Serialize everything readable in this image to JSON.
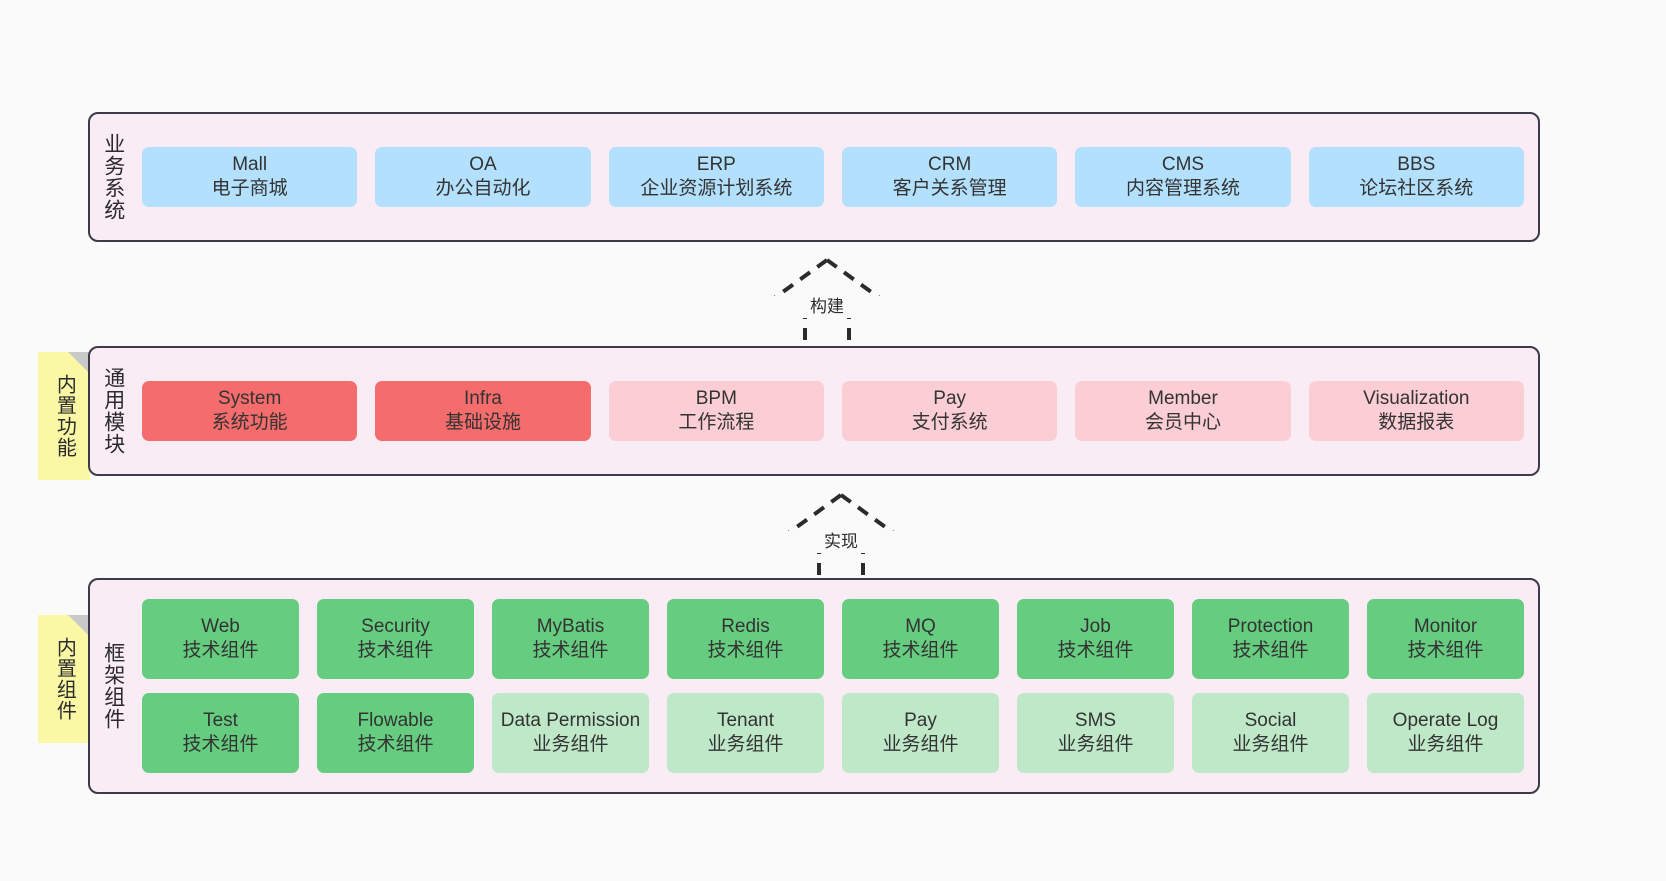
{
  "diagram": {
    "background": "#fafafa",
    "palette": {
      "layer_fill": "#f9ecf5",
      "layer_border": "#3b3b4a",
      "blue": "#b3e0fc",
      "red": "#f56c6c",
      "pink": "#fbcdd4",
      "green": "#66cc80",
      "light_green": "#bfe8c8",
      "note_yellow": "#fbf8a5",
      "note_fold": "#c9c9c9"
    }
  },
  "layers": [
    {
      "id": "business-system",
      "title": "业务系统",
      "note": null,
      "rows": [
        {
          "nodes": [
            {
              "title": "Mall",
              "sub": "电子商城",
              "color": "blue"
            },
            {
              "title": "OA",
              "sub": "办公自动化",
              "color": "blue"
            },
            {
              "title": "ERP",
              "sub": "企业资源计划系统",
              "color": "blue"
            },
            {
              "title": "CRM",
              "sub": "客户关系管理",
              "color": "blue"
            },
            {
              "title": "CMS",
              "sub": "内容管理系统",
              "color": "blue"
            },
            {
              "title": "BBS",
              "sub": "论坛社区系统",
              "color": "blue"
            }
          ]
        }
      ]
    },
    {
      "id": "common-module",
      "title": "通用模块",
      "note": "内置功能",
      "rows": [
        {
          "nodes": [
            {
              "title": "System",
              "sub": "系统功能",
              "color": "red"
            },
            {
              "title": "Infra",
              "sub": "基础设施",
              "color": "red"
            },
            {
              "title": "BPM",
              "sub": "工作流程",
              "color": "pink"
            },
            {
              "title": "Pay",
              "sub": "支付系统",
              "color": "pink"
            },
            {
              "title": "Member",
              "sub": "会员中心",
              "color": "pink"
            },
            {
              "title": "Visualization",
              "sub": "数据报表",
              "color": "pink"
            }
          ]
        }
      ]
    },
    {
      "id": "framework-component",
      "title": "框架组件",
      "note": "内置组件",
      "rows": [
        {
          "nodes": [
            {
              "title": "Web",
              "sub": "技术组件",
              "color": "green"
            },
            {
              "title": "Security",
              "sub": "技术组件",
              "color": "green"
            },
            {
              "title": "MyBatis",
              "sub": "技术组件",
              "color": "green"
            },
            {
              "title": "Redis",
              "sub": "技术组件",
              "color": "green"
            },
            {
              "title": "MQ",
              "sub": "技术组件",
              "color": "green"
            },
            {
              "title": "Job",
              "sub": "技术组件",
              "color": "green"
            },
            {
              "title": "Protection",
              "sub": "技术组件",
              "color": "green"
            },
            {
              "title": "Monitor",
              "sub": "技术组件",
              "color": "green"
            }
          ]
        },
        {
          "nodes": [
            {
              "title": "Test",
              "sub": "技术组件",
              "color": "green"
            },
            {
              "title": "Flowable",
              "sub": "技术组件",
              "color": "green"
            },
            {
              "title": "Data Permission",
              "sub": "业务组件",
              "color": "light_green",
              "wrap": true
            },
            {
              "title": "Tenant",
              "sub": "业务组件",
              "color": "light_green"
            },
            {
              "title": "Pay",
              "sub": "业务组件",
              "color": "light_green"
            },
            {
              "title": "SMS",
              "sub": "业务组件",
              "color": "light_green"
            },
            {
              "title": "Social",
              "sub": "业务组件",
              "color": "light_green"
            },
            {
              "title": "Operate Log",
              "sub": "业务组件",
              "color": "light_green"
            }
          ]
        }
      ]
    }
  ],
  "connectors": [
    {
      "id": "build",
      "label": "构建",
      "style": "dashed-generalization"
    },
    {
      "id": "implement",
      "label": "实现",
      "style": "dashed-generalization"
    }
  ]
}
